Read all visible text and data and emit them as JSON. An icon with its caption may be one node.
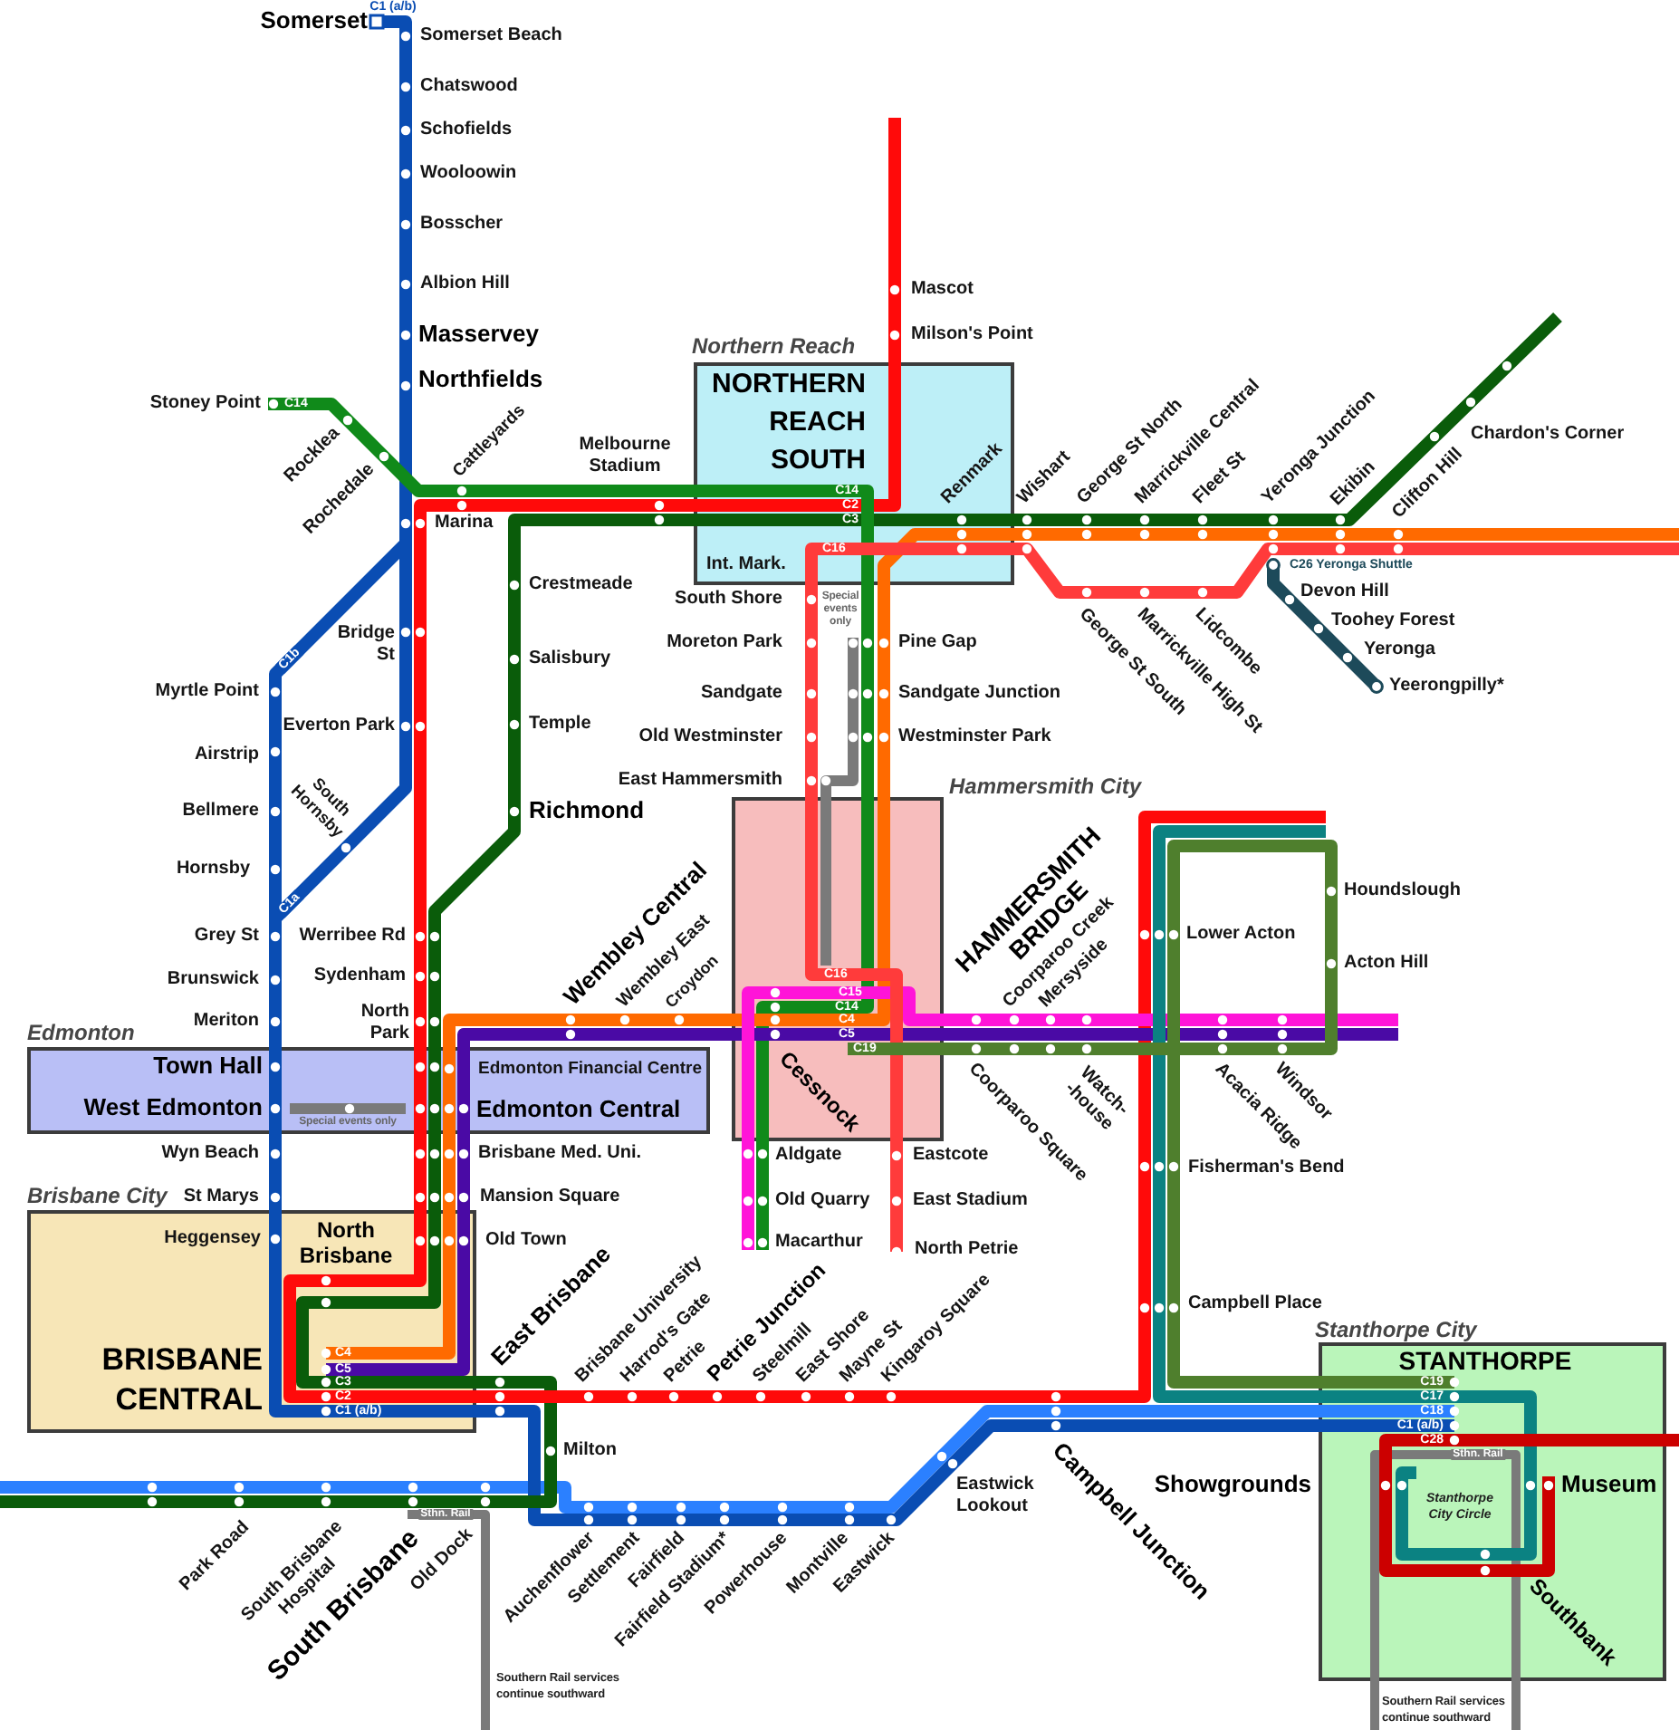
{
  "diagram": {
    "nodes": [
      {
        "text": [
          "Northern Reach",
          "NORTHERN REACH SOUTH",
          "Renmark",
          "C14",
          "C2",
          "C3",
          "C16",
          "Int. Mark."
        ]
      },
      {
        "text": [
          "Hammersmith City",
          "HAMMERSMITH BRIDGE",
          "C16",
          "C15",
          "C14",
          "C4",
          "C5",
          "C19",
          "Cessnock"
        ]
      },
      {
        "text": [
          "Edmonton",
          "Town Hall",
          "Edmonton Financial Centre",
          "West Edmonton",
          "Edmonton Central",
          "Special events only"
        ]
      },
      {
        "text": [
          "Brisbane City",
          "Heggensey",
          "North Brisbane",
          "BRISBANE CENTRAL",
          "C4",
          "C5",
          "C3",
          "C2",
          "C1 (a/b)"
        ]
      },
      {
        "text": [
          "Stanthorpe City",
          "STANTHORPE",
          "C19",
          "C17",
          "C18",
          "C1 (a/b)",
          "C28",
          "Sthn. Rail",
          "Museum",
          "Stanthorpe City Circle",
          "Southbank"
        ]
      }
    ],
    "edges": [
      {
        "from": 1,
        "to": 4,
        "arrow": "none"
      }
    ],
    "labels": [
      "Somerset",
      "C1 (a/b)",
      "Somerset Beach",
      "Chatswood",
      "Schofields",
      "Wooloowin",
      "Bosscher",
      "Albion Hill",
      "Mascot",
      "Masservey",
      "Milson's Point",
      "Northfields",
      "Stoney Point",
      "C14",
      "Rocklea",
      "Cattleyards",
      "Melbourne Stadium",
      "George St North",
      "Marrickville Central",
      "Yeronga Junction",
      "Chardon's Corner",
      "Rochedale",
      "Wishart",
      "Fleet St",
      "Ekibin",
      "Clifton Hill",
      "Marina",
      "C26 Yeronga Shuttle",
      "Crestmeade",
      "South Shore",
      "Special events only",
      "Devon Hill",
      "Toohey Forest",
      "C1b",
      "Bridge St",
      "Salisbury",
      "Moreton Park",
      "Pine Gap",
      "George St South",
      "Lidcombe",
      "Yeronga",
      "Marrickville High St",
      "Myrtle Point",
      "Sandgate",
      "Sandgate Junction",
      "Yeerongpilly*",
      "Everton Park",
      "Temple",
      "Old Westminster",
      "Westminster Park",
      "Airstrip",
      "East Hammersmith",
      "Bellmere",
      "South Hornsby",
      "Richmond",
      "Hornsby",
      "C1a",
      "Houndslough",
      "Grey St",
      "Werribee Rd",
      "Wembley Central",
      "Coorparoo Creek",
      "Lower Acton",
      "Brunswick",
      "Sydenham",
      "Wembley East",
      "Croydon",
      "Mersyside",
      "Acton Hill",
      "Meriton",
      "North Park",
      "Coorparoo Square",
      "Watch- -house",
      "Acacia Ridge",
      "Windsor",
      "Wyn Beach",
      "Brisbane Med. Uni.",
      "Aldgate",
      "Eastcote",
      "Fisherman's Bend",
      "St Marys",
      "Mansion Square",
      "Old Quarry",
      "East Stadium",
      "Old Town",
      "Macarthur",
      "North Petrie",
      "East Brisbane",
      "Brisbane University",
      "Harrod's Gate",
      "Petrie",
      "Petrie Junction",
      "Steelmill",
      "East Shore",
      "Mayne St",
      "Kingaroy Square",
      "Campbell Place",
      "Milton",
      "Eastwick Lookout",
      "Showgrounds",
      "Sthn. Rail",
      "Campbell Junction",
      "Park Road",
      "South Brisbane Hospital",
      "South Brisbane",
      "Old Dock",
      "Auchenflower",
      "Settlement",
      "Fairfield",
      "Fairfield Stadium*",
      "Powerhouse",
      "Montville",
      "Eastwick",
      "Southern Rail services continue southward",
      "Southern Rail services continue southward"
    ]
  }
}
